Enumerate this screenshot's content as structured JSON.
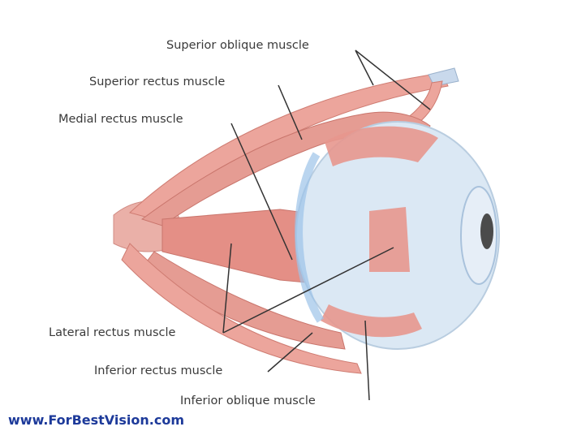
{
  "labels": {
    "superior_oblique": "Superior oblique muscle",
    "superior_rectus": "Superior rectus muscle",
    "medial_rectus": "Medial rectus muscle",
    "lateral_rectus": "Lateral rectus muscle",
    "inferior_rectus": "Inferior rectus muscle",
    "inferior_oblique": "Inferior oblique muscle"
  },
  "watermark": "www.ForBestVision.com",
  "colors": {
    "muscle": "#e8a29a",
    "muscle_dark": "#cf6f66",
    "eyeball": "#dbe8f4",
    "cornea_rim": "#9cc3e8",
    "pupil": "#4b4b4b",
    "label_text": "#3a3a3a",
    "watermark": "#1d3a9a"
  }
}
